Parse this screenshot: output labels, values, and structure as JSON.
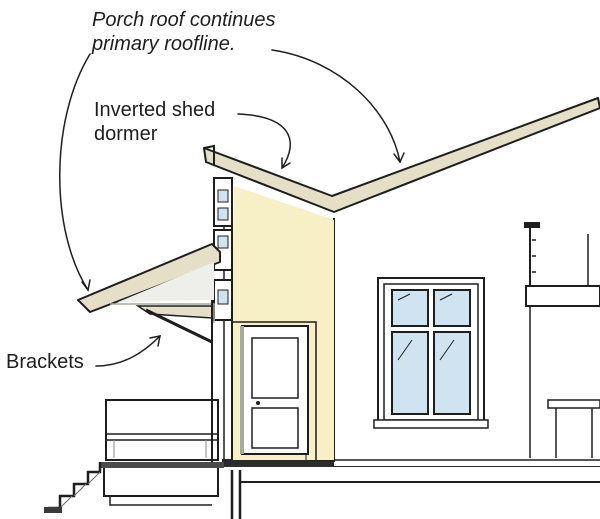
{
  "labels": {
    "porch_roof_line1": "Porch roof continues",
    "porch_roof_line2": "primary roofline.",
    "dormer_line1": "Inverted shed",
    "dormer_line2": "dormer",
    "brackets": "Brackets"
  },
  "colors": {
    "background": "#ffffff",
    "ink": "#1e1e1e",
    "wall_wash": "#f7efc6",
    "roof_wash": "#e6dfc8",
    "window_glass": "#cfe3f0",
    "shadow_gray": "#a9a7a1"
  }
}
